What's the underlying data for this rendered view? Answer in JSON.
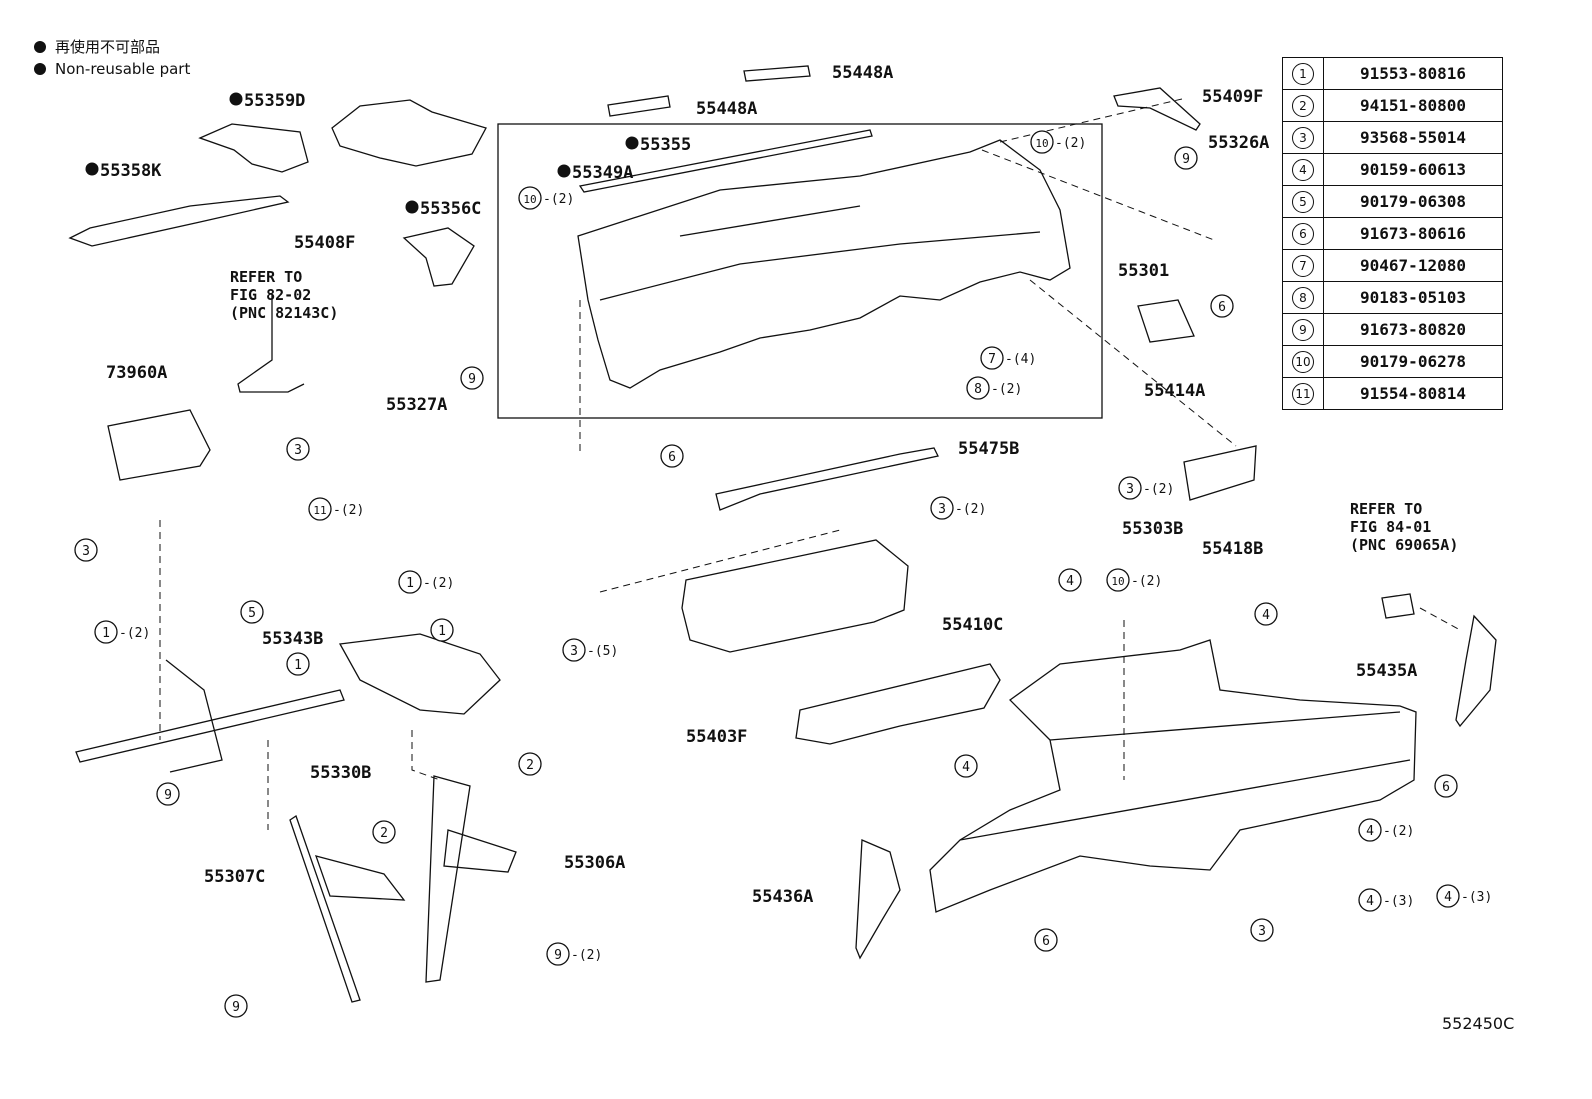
{
  "legend": {
    "line1": "再使用不可部品",
    "line2": "Non-reusable part"
  },
  "figure_code": "552450C",
  "refer_notes": [
    {
      "line1": "REFER TO",
      "line2": "FIG 82-02",
      "line3": "(PNC 82143C)"
    },
    {
      "line1": "REFER TO",
      "line2": "FIG 84-01",
      "line3": "(PNC 69065A)"
    }
  ],
  "parts_table": [
    {
      "num": "1",
      "part": "91553-80816"
    },
    {
      "num": "2",
      "part": "94151-80800"
    },
    {
      "num": "3",
      "part": "93568-55014"
    },
    {
      "num": "4",
      "part": "90159-60613"
    },
    {
      "num": "5",
      "part": "90179-06308"
    },
    {
      "num": "6",
      "part": "91673-80616"
    },
    {
      "num": "7",
      "part": "90467-12080"
    },
    {
      "num": "8",
      "part": "90183-05103"
    },
    {
      "num": "9",
      "part": "91673-80820"
    },
    {
      "num": "10",
      "part": "90179-06278"
    },
    {
      "num": "11",
      "part": "91554-80814"
    }
  ],
  "part_labels": {
    "p55448a_1": "55448A",
    "p55448a_2": "55448A",
    "p55409f": "55409F",
    "p55326a": "55326A",
    "p55359d": "55359D",
    "p55358k": "55358K",
    "p55356c": "55356C",
    "p55355": "55355",
    "p55349a": "55349A",
    "p55408f": "55408F",
    "p55301": "55301",
    "p55327a": "55327A",
    "p73960a": "73960A",
    "p55414a": "55414A",
    "p55475b": "55475B",
    "p55418b": "55418B",
    "p55303b": "55303B",
    "p55343b": "55343B",
    "p55410c": "55410C",
    "p55435a": "55435A",
    "p55330b": "55330B",
    "p55403f": "55403F",
    "p55307c": "55307C",
    "p55306a": "55306A",
    "p55436a": "55436A"
  },
  "callouts": {
    "c10_top": {
      "num": "10",
      "qty": "-(2)"
    },
    "c10_left": {
      "num": "10",
      "qty": "-(2)"
    },
    "c9_right": {
      "num": "9",
      "qty": ""
    },
    "c6_right": {
      "num": "6",
      "qty": ""
    },
    "c9_mid": {
      "num": "9",
      "qty": ""
    },
    "c7": {
      "num": "7",
      "qty": "-(4)"
    },
    "c8": {
      "num": "8",
      "qty": "-(2)"
    },
    "c3_airbag": {
      "num": "3",
      "qty": ""
    },
    "c3_left": {
      "num": "3",
      "qty": ""
    },
    "c11": {
      "num": "11",
      "qty": "-(2)"
    },
    "c6_mid": {
      "num": "6",
      "qty": ""
    },
    "c3_475": {
      "num": "3",
      "qty": "-(2)"
    },
    "c3_418": {
      "num": "3",
      "qty": "-(2)"
    },
    "c1_top": {
      "num": "1",
      "qty": "-(2)"
    },
    "c5": {
      "num": "5",
      "qty": ""
    },
    "c1_a": {
      "num": "1",
      "qty": ""
    },
    "c1_b": {
      "num": "1",
      "qty": ""
    },
    "c1_left": {
      "num": "1",
      "qty": "-(2)"
    },
    "c3_410": {
      "num": "3",
      "qty": "-(5)"
    },
    "c4_a": {
      "num": "4",
      "qty": ""
    },
    "c10_303": {
      "num": "10",
      "qty": "-(2)"
    },
    "c4_b": {
      "num": "4",
      "qty": ""
    },
    "c2_a": {
      "num": "2",
      "qty": ""
    },
    "c9_low": {
      "num": "9",
      "qty": ""
    },
    "c2_b": {
      "num": "2",
      "qty": ""
    },
    "c4_c": {
      "num": "4",
      "qty": ""
    },
    "c6_low": {
      "num": "6",
      "qty": ""
    },
    "c4_d": {
      "num": "4",
      "qty": "-(2)"
    },
    "c4_e": {
      "num": "4",
      "qty": "-(3)"
    },
    "c4_f": {
      "num": "4",
      "qty": "-(3)"
    },
    "c9_b2": {
      "num": "9",
      "qty": "-(2)"
    },
    "c6_bottom": {
      "num": "6",
      "qty": ""
    },
    "c3_bottom": {
      "num": "3",
      "qty": ""
    },
    "c9_bottom": {
      "num": "9",
      "qty": ""
    }
  }
}
